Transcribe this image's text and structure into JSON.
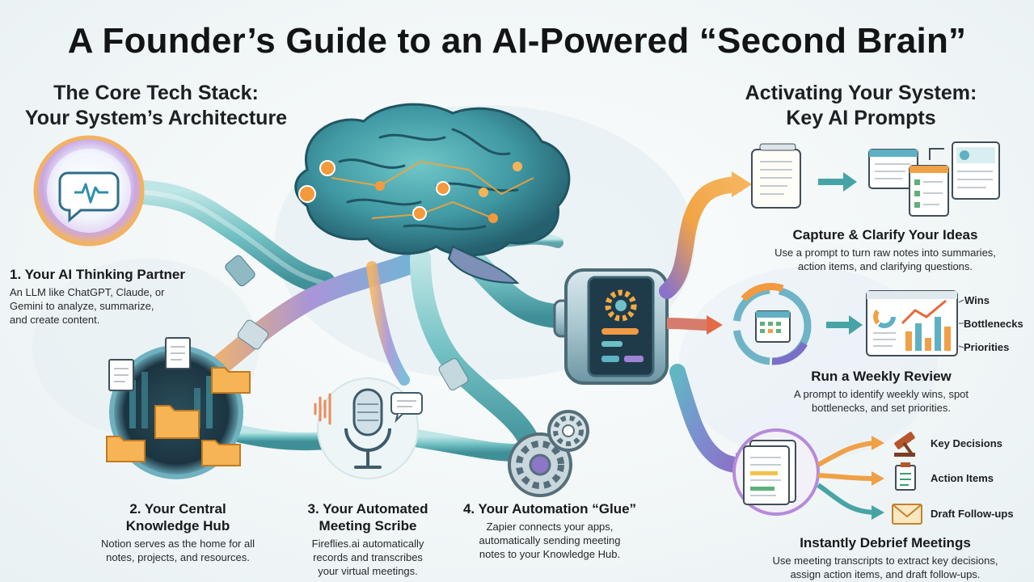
{
  "title": "A Founder’s Guide to an AI-Powered “Second Brain”",
  "left_section": {
    "heading_line1": "The Core Tech Stack:",
    "heading_line2": "Your System’s Architecture",
    "items": [
      {
        "title": "1. Your AI Thinking Partner",
        "desc": [
          "An LLM like ChatGPT, Claude, or",
          "Gemini to analyze, summarize,",
          "and create content."
        ]
      },
      {
        "title_lines": [
          "2. Your Central",
          "Knowledge Hub"
        ],
        "desc": [
          "Notion serves as the home for all",
          "notes, projects, and resources."
        ]
      },
      {
        "title_lines": [
          "3. Your Automated",
          "Meeting Scribe"
        ],
        "desc": [
          "Fireflies.ai automatically",
          "records and transcribes",
          "your virtual meetings."
        ]
      },
      {
        "title": "4. Your Automation “Glue”",
        "desc": [
          "Zapier connects your apps,",
          "automatically sending meeting",
          "notes to your Knowledge Hub."
        ]
      }
    ]
  },
  "right_section": {
    "heading_line1": "Activating Your System:",
    "heading_line2": "Key AI Prompts",
    "items": [
      {
        "title": "Capture & Clarify Your Ideas",
        "desc": [
          "Use a prompt to turn raw notes into summaries,",
          "action items, and clarifying questions."
        ]
      },
      {
        "title": "Run a Weekly Review",
        "desc": [
          "A prompt to identify weekly wins, spot",
          "bottlenecks, and set priorities."
        ],
        "labels": [
          "Wins",
          "Bottlenecks",
          "Priorities"
        ]
      },
      {
        "title": "Instantly Debrief Meetings",
        "desc": [
          "Use meeting transcripts to extract key decisions,",
          "assign action items, and draft follow-ups."
        ],
        "labels": [
          "Key Decisions",
          "Action Items",
          "Draft Follow-ups"
        ]
      }
    ]
  },
  "colors": {
    "teal": "#3fa3a8",
    "orange": "#f0a040",
    "purple": "#8a72c8",
    "blue": "#5f9fd6",
    "dark": "#1c2a33"
  }
}
